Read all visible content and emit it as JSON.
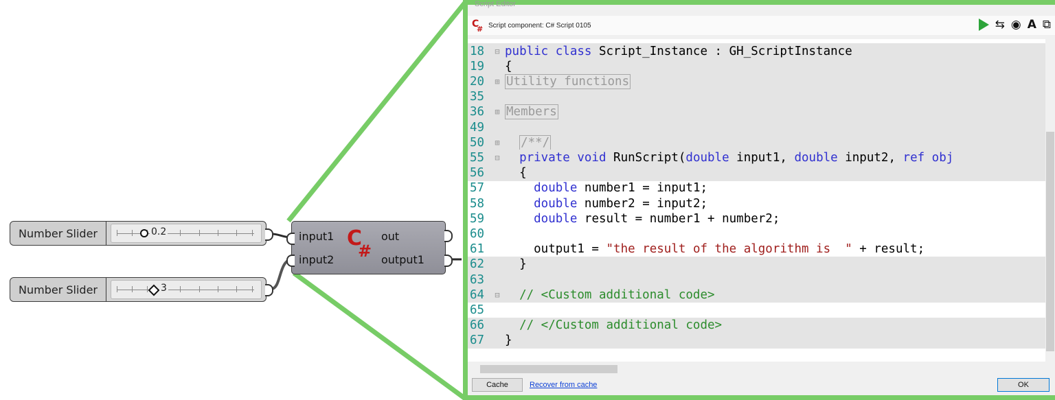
{
  "canvas": {
    "sliders": [
      {
        "label": "Number Slider",
        "value": "0.2",
        "knob": "circle"
      },
      {
        "label": "Number Slider",
        "value": "3",
        "knob": "diamond"
      }
    ],
    "component": {
      "inputs": [
        "input1",
        "input2"
      ],
      "outputs": [
        "out",
        "output1"
      ],
      "logo": "C#"
    }
  },
  "editor": {
    "window_title": "Script Editor",
    "subtitle": "Script component: C# Script 0105",
    "tool_icons": [
      "play-icon",
      "export-icon",
      "eye-icon",
      "font-icon",
      "window-icon"
    ],
    "code_lines": [
      {
        "n": "18",
        "fold": "⊟",
        "hl": true,
        "segs": [
          [
            "kw",
            "public class "
          ],
          [
            "",
            "Script_Instance : GH_ScriptInstance"
          ]
        ]
      },
      {
        "n": "19",
        "fold": "",
        "hl": true,
        "segs": [
          [
            "",
            "{"
          ]
        ]
      },
      {
        "n": "20",
        "fold": "⊞",
        "hl": true,
        "segs": [
          [
            "coll",
            "Utility functions"
          ]
        ]
      },
      {
        "n": "35",
        "fold": "",
        "hl": true,
        "segs": []
      },
      {
        "n": "36",
        "fold": "⊞",
        "hl": true,
        "segs": [
          [
            "coll",
            "Members"
          ]
        ]
      },
      {
        "n": "49",
        "fold": "",
        "hl": true,
        "segs": []
      },
      {
        "n": "50",
        "fold": "⊞",
        "hl": true,
        "segs": [
          [
            "",
            "  "
          ],
          [
            "coll",
            "/**/"
          ]
        ]
      },
      {
        "n": "55",
        "fold": "⊟",
        "hl": true,
        "segs": [
          [
            "kw",
            "  private void "
          ],
          [
            "",
            "RunScript("
          ],
          [
            "kw",
            "double "
          ],
          [
            "",
            "input1, "
          ],
          [
            "kw",
            "double "
          ],
          [
            "",
            "input2, "
          ],
          [
            "kw",
            "ref obj"
          ]
        ]
      },
      {
        "n": "56",
        "fold": "",
        "hl": true,
        "segs": [
          [
            "",
            "  {"
          ]
        ]
      },
      {
        "n": "57",
        "fold": "",
        "hl": false,
        "segs": [
          [
            "kw",
            "    double "
          ],
          [
            "",
            "number1 = input1;"
          ]
        ]
      },
      {
        "n": "58",
        "fold": "",
        "hl": false,
        "segs": [
          [
            "kw",
            "    double "
          ],
          [
            "",
            "number2 = input2;"
          ]
        ]
      },
      {
        "n": "59",
        "fold": "",
        "hl": false,
        "segs": [
          [
            "kw",
            "    double "
          ],
          [
            "",
            "result = number1 + number2;"
          ]
        ]
      },
      {
        "n": "60",
        "fold": "",
        "hl": false,
        "segs": []
      },
      {
        "n": "61",
        "fold": "",
        "hl": false,
        "segs": [
          [
            "",
            "    output1 = "
          ],
          [
            "str",
            "\"the result of the algorithm is  \""
          ],
          [
            "",
            " + result;"
          ]
        ]
      },
      {
        "n": "62",
        "fold": "",
        "hl": true,
        "segs": [
          [
            "",
            "  }"
          ]
        ]
      },
      {
        "n": "63",
        "fold": "",
        "hl": true,
        "segs": []
      },
      {
        "n": "64",
        "fold": "⊟",
        "hl": true,
        "segs": [
          [
            "cm",
            "  // <Custom additional code>"
          ]
        ]
      },
      {
        "n": "65",
        "fold": "",
        "hl": false,
        "segs": []
      },
      {
        "n": "66",
        "fold": "",
        "hl": true,
        "segs": [
          [
            "cm",
            "  // </Custom additional code>"
          ]
        ]
      },
      {
        "n": "67",
        "fold": "",
        "hl": true,
        "segs": [
          [
            "",
            "}"
          ]
        ]
      }
    ],
    "footer": {
      "cache_label": "Cache",
      "recover_label": "Recover from cache",
      "ok_label": "OK"
    }
  },
  "colors": {
    "highlight_border": "#77cc66",
    "keyword": "#3030d0",
    "string": "#a0201e",
    "comment": "#2c8c2c",
    "line_number": "#1a8c8c",
    "logo_red": "#c31919"
  }
}
